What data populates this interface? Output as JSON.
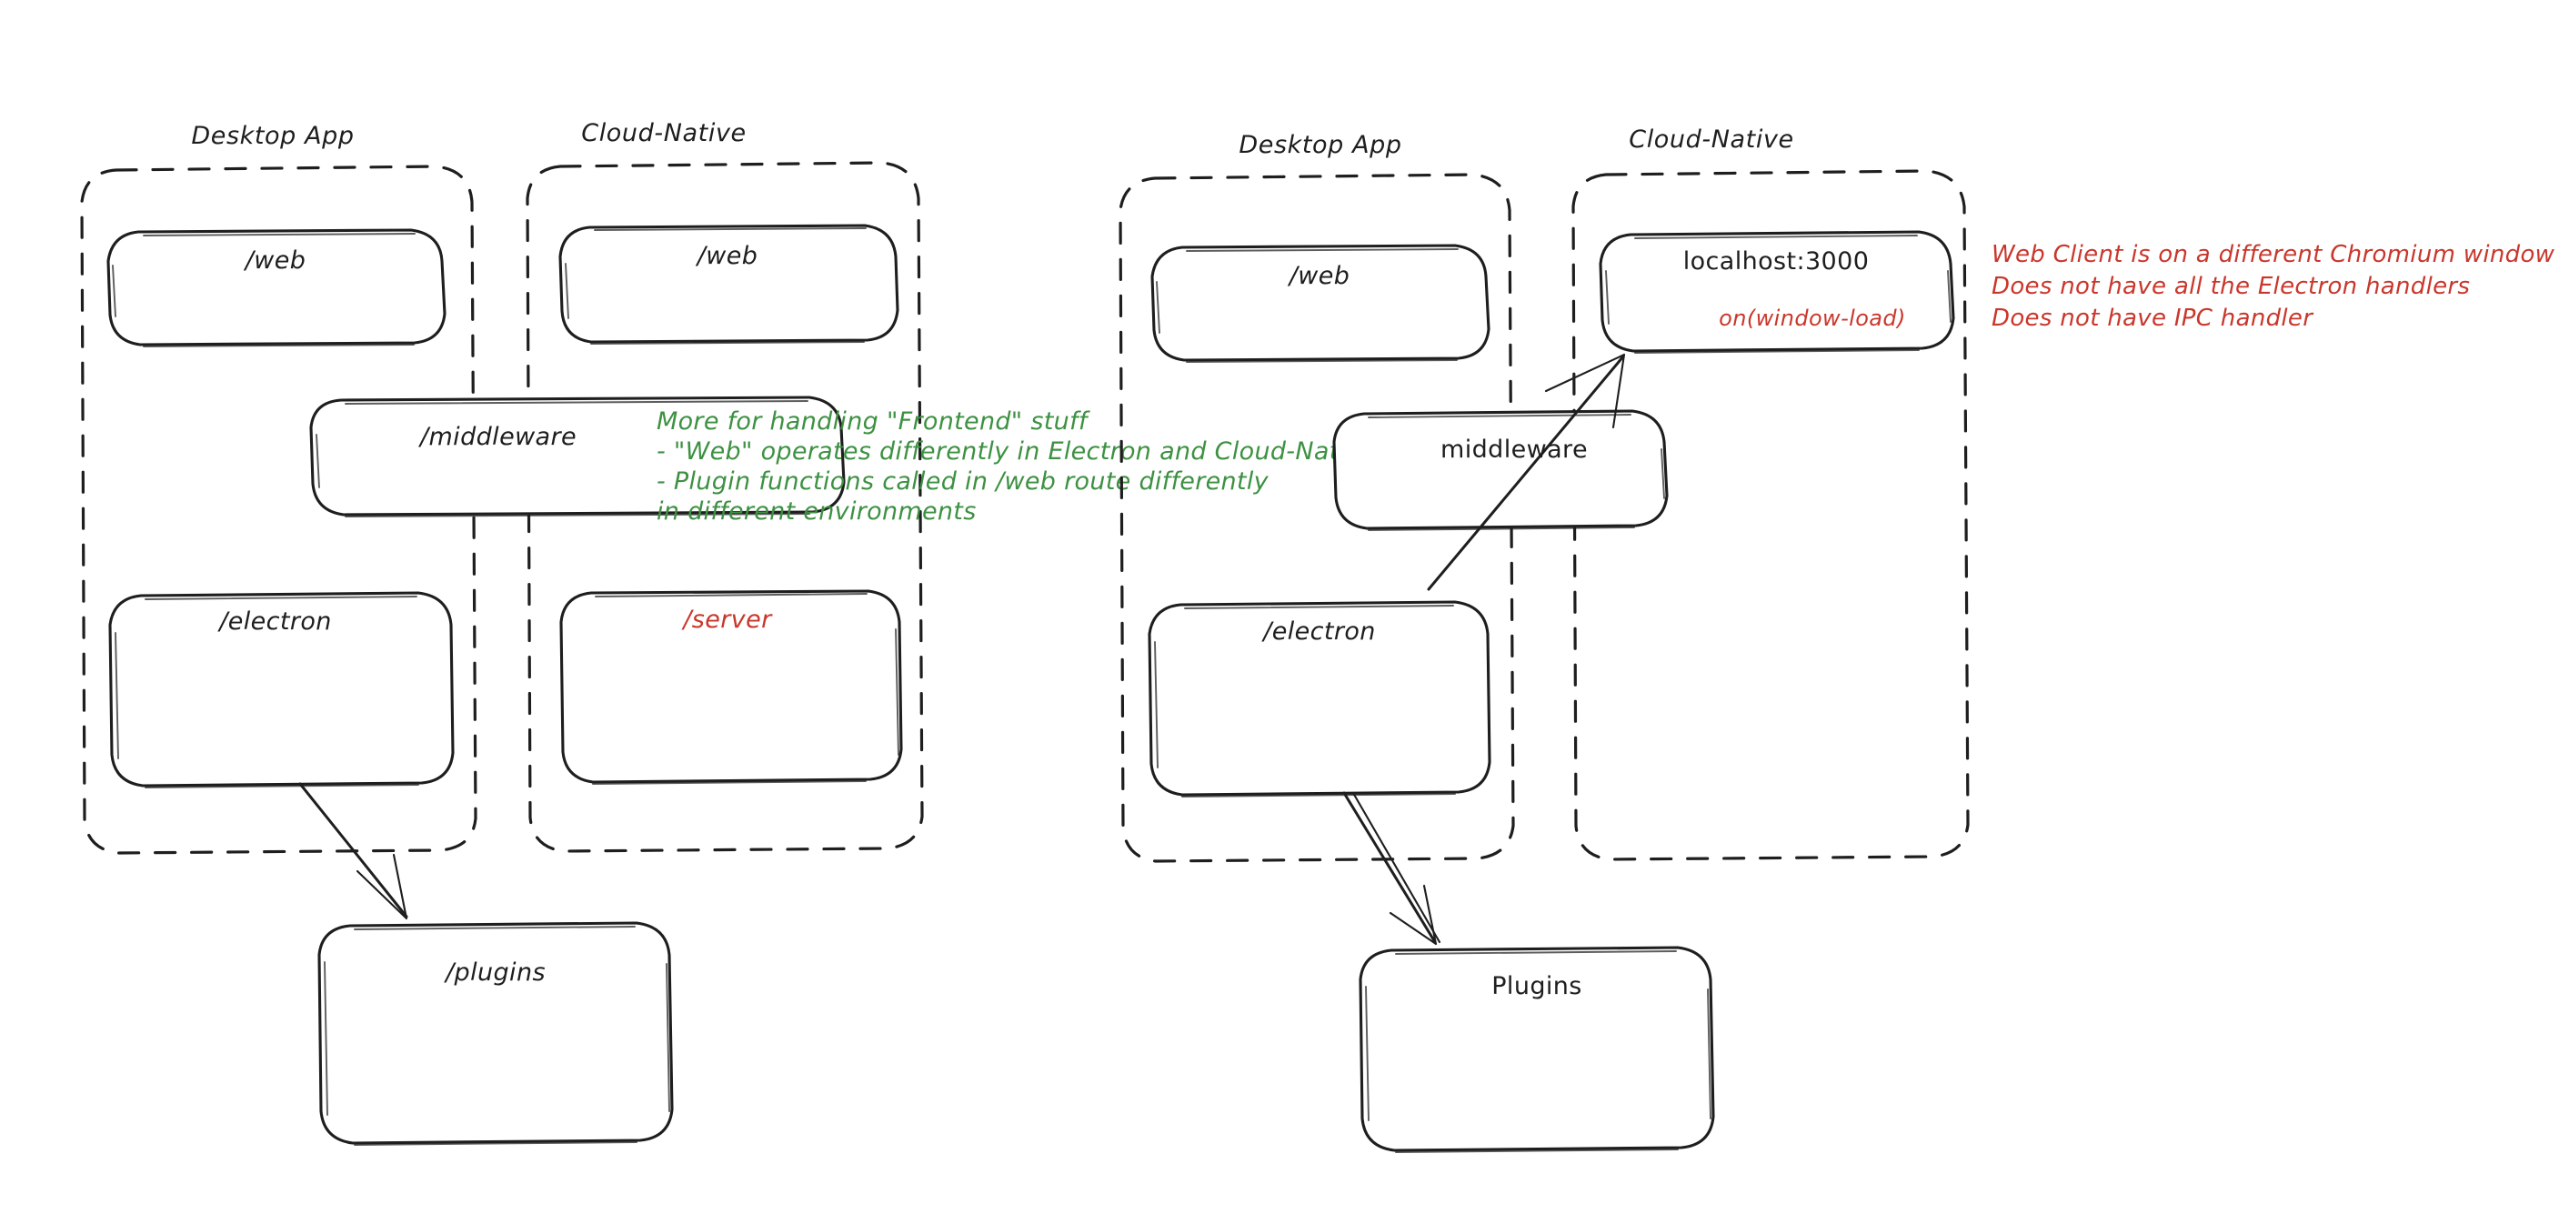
{
  "diagram": {
    "title_visible": false,
    "colors": {
      "ink": "#1e1e1e",
      "green_note": "#3d9142",
      "red_note": "#c9372c",
      "background": "#ffffff"
    }
  },
  "panels": [
    {
      "id": "left",
      "groups": [
        {
          "id": "left-desktop",
          "label": "Desktop App",
          "nodes": [
            {
              "id": "left-desktop-web",
              "label": "/web",
              "color": "ink"
            },
            {
              "id": "left-desktop-electron",
              "label": "/electron",
              "color": "ink"
            }
          ]
        },
        {
          "id": "left-cloud",
          "label": "Cloud-Native",
          "nodes": [
            {
              "id": "left-cloud-web",
              "label": "/web",
              "color": "ink"
            },
            {
              "id": "left-cloud-server",
              "label": "/server",
              "color": "red"
            }
          ]
        }
      ],
      "straddling_nodes": [
        {
          "id": "left-middleware",
          "label": "/middleware",
          "color": "ink"
        }
      ],
      "outside_nodes": [
        {
          "id": "left-plugins",
          "label": "/plugins",
          "color": "ink"
        }
      ]
    },
    {
      "id": "right",
      "groups": [
        {
          "id": "right-desktop",
          "label": "Desktop App",
          "nodes": [
            {
              "id": "right-desktop-web",
              "label": "/web",
              "color": "ink"
            },
            {
              "id": "right-desktop-electron",
              "label": "/electron",
              "color": "ink"
            }
          ]
        },
        {
          "id": "right-cloud",
          "label": "Cloud-Native",
          "nodes": [
            {
              "id": "right-cloud-localhost",
              "label": "localhost:3000",
              "color": "ink",
              "sublabel": "on(window-load)",
              "sublabel_color": "red"
            }
          ]
        }
      ],
      "straddling_nodes": [
        {
          "id": "right-middleware",
          "label": "middleware",
          "color": "ink"
        }
      ],
      "outside_nodes": [
        {
          "id": "right-plugins",
          "label": "Plugins",
          "color": "ink"
        }
      ]
    }
  ],
  "notes": {
    "green": {
      "color": "#3d9142",
      "lines": [
        "More for handling \"Frontend\" stuff",
        "- \"Web\" operates differently in Electron and Cloud-Native",
        "- Plugin functions called in /web route differently",
        "in different environments"
      ]
    },
    "red": {
      "color": "#c9372c",
      "lines": [
        "Web Client is on a different Chromium window",
        "Does not have all the Electron handlers",
        "Does not have IPC handler"
      ]
    }
  },
  "arrows": [
    {
      "id": "left-electron-to-plugins",
      "from": "left-desktop-electron",
      "to": "left-plugins"
    },
    {
      "id": "right-electron-to-plugins",
      "from": "right-desktop-electron",
      "to": "right-plugins"
    },
    {
      "id": "right-electron-to-localhost",
      "from": "right-desktop-electron",
      "to": "right-cloud-localhost"
    }
  ]
}
